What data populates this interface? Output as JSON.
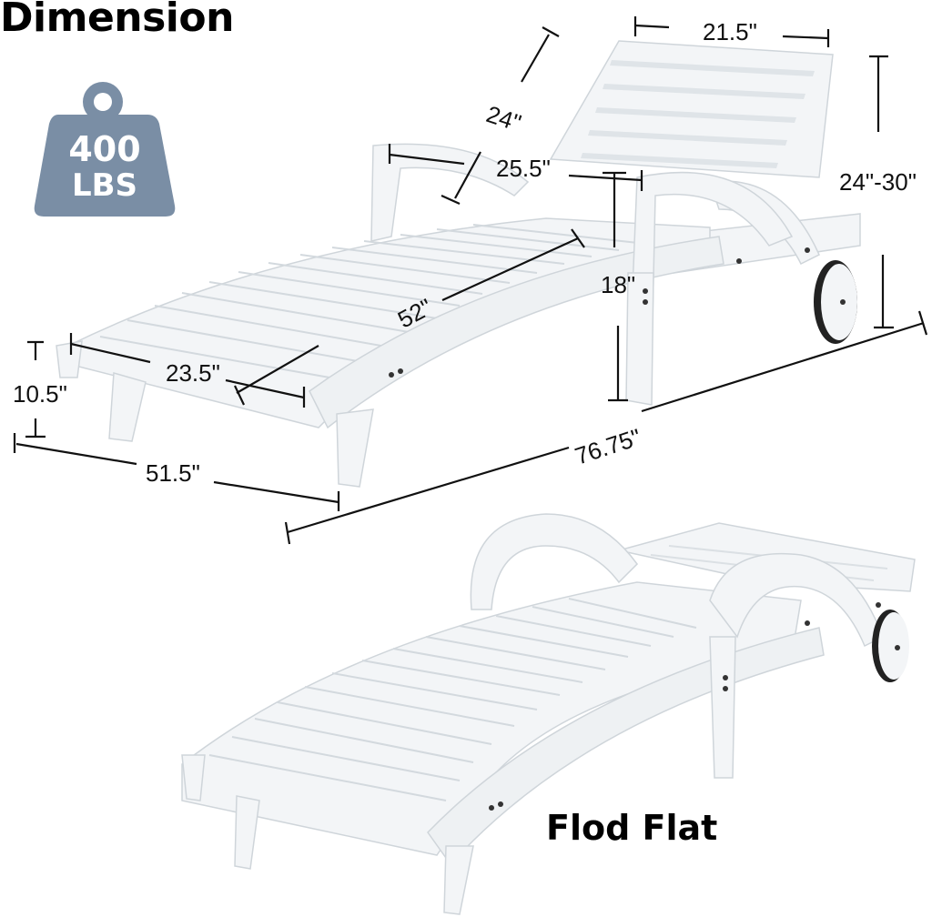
{
  "header": {
    "title": "Dimension"
  },
  "weight_badge": {
    "icon": "weight-icon",
    "line1": "400",
    "line2": "LBS",
    "color": "#7a8ea5"
  },
  "dimensions": {
    "backrest_width": "21.5\"",
    "backrest_length": "24\"",
    "backrest_height": "24\"-30\"",
    "arm_width": "25.5\"",
    "seat_length": "52\"",
    "seat_height": "18\"",
    "seat_width": "23.5\"",
    "front_height": "10.5\"",
    "width_overall": "51.5\"",
    "total_length": "76.75\""
  },
  "caption": {
    "fold_flat": "Flod Flat"
  },
  "colors": {
    "chair": "#f2f4f6",
    "chair_shadow": "#d5dade",
    "line": "#111111",
    "wheel_rim": "#222222"
  }
}
